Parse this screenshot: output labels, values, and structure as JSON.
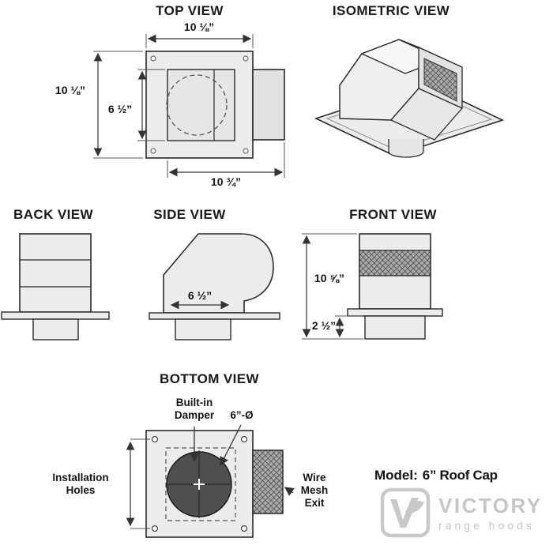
{
  "views": {
    "top": {
      "title": "TOP VIEW",
      "dim_width_top": "10 ⅛”",
      "dim_height_left": "10 ⅛”",
      "dim_inner_height": "6 ½”",
      "dim_width_bottom": "10 ¾”"
    },
    "isometric": {
      "title": "ISOMETRIC VIEW"
    },
    "back": {
      "title": "BACK VIEW"
    },
    "side": {
      "title": "SIDE VIEW",
      "dim_width": "6 ½”"
    },
    "front": {
      "title": "FRONT VIEW",
      "dim_height": "10 ⅝”",
      "dim_bottom": "2 ½”"
    },
    "bottom": {
      "title": "BOTTOM VIEW",
      "label_damper": "Built-in Damper",
      "label_diameter": "6”-Ø",
      "label_holes": "Installation Holes",
      "label_mesh": "Wire Mesh Exit"
    }
  },
  "model": {
    "label": "Model:",
    "value": "6” Roof Cap"
  },
  "brand": {
    "name": "VICTORY",
    "tagline": "range hoods"
  },
  "icons": {
    "brand_mark": "victory-v-leaf-icon"
  },
  "colors": {
    "line": "#2a2a2a",
    "panel_fill": "#ececec",
    "damper_fill": "#4f4f4f",
    "mesh_line": "#3a3a3a",
    "watermark": "#c6c6c6"
  }
}
